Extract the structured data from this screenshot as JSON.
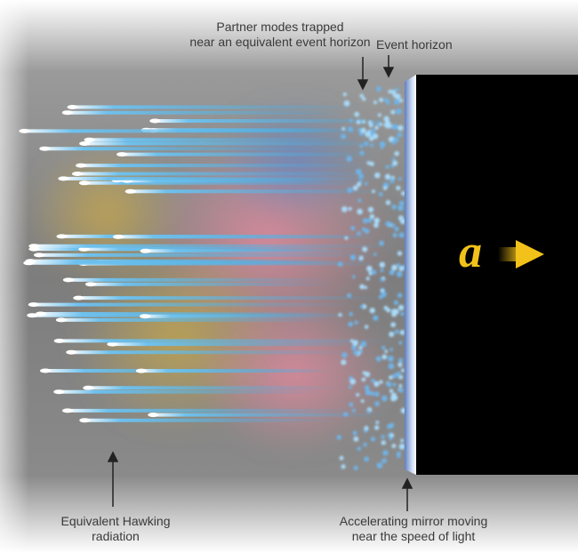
{
  "labels": {
    "partner_modes": [
      "Partner modes trapped",
      "near an equivalent event horizon"
    ],
    "event_horizon": "Event horizon",
    "hawking_radiation": [
      "Equivalent Hawking",
      "radiation"
    ],
    "mirror": [
      "Accelerating mirror moving",
      "near the speed of light"
    ],
    "acceleration": "a"
  },
  "colors": {
    "background": "#7d7d7d",
    "mirror_void": "#000000",
    "ray": "#3fa8e0",
    "particle": "#7fc6f2",
    "acceleration": "#f2c21a",
    "label_text": "#3a3a3a"
  },
  "icons": [
    "arrow-up-icon",
    "arrow-down-icon",
    "acceleration-arrow-icon"
  ]
}
